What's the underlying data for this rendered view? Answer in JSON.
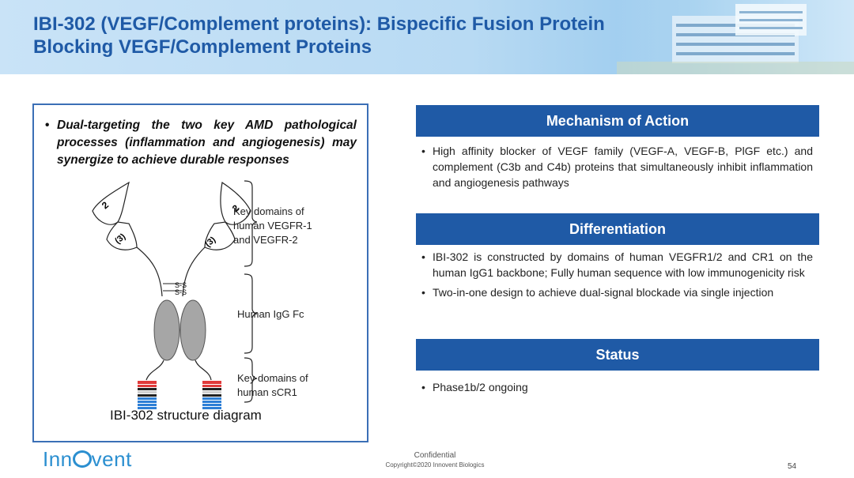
{
  "header": {
    "title_line1": "IBI-302 (VEGF/Complement proteins): Bispecific Fusion Protein",
    "title_line2": "Blocking VEGF/Complement Proteins"
  },
  "left_panel": {
    "bullet": "Dual-targeting the two key AMD pathological processes (inflammation and angiogenesis) may synergize to achieve durable responses",
    "diagram": {
      "domain_2_label": "2",
      "domain_3_label": "(3)",
      "disulfide_1": "S-S",
      "disulfide_2": "S-S",
      "label_vegfr": [
        "Key domains of",
        "human VEGFR-1",
        "and VEGFR-2"
      ],
      "label_fc": "Human IgG Fc",
      "label_scr1": [
        "Key domains of",
        "human sCR1"
      ]
    },
    "caption": "IBI-302 structure diagram"
  },
  "sections": [
    {
      "heading": "Mechanism of Action",
      "items": [
        "High affinity blocker of VEGF family (VEGF-A, VEGF-B, PlGF etc.) and complement (C3b and C4b) proteins that simultaneously inhibit inflammation and angiogenesis pathways"
      ]
    },
    {
      "heading": "Differentiation",
      "items": [
        "IBI-302 is constructed by domains of human VEGFR1/2 and CR1 on the human IgG1 backbone; Fully human sequence with low immunogenicity risk",
        "Two-in-one design to achieve dual-signal blockade via single injection"
      ]
    },
    {
      "heading": "Status",
      "items": [
        "Phase1b/2 ongoing"
      ]
    }
  ],
  "footer": {
    "logo_text_pre": "Inn",
    "logo_text_post": "vent",
    "confidential": "Confidential",
    "copyright": "Copyright©2020  Innovent Biologics",
    "page_number": "54"
  },
  "colors": {
    "brand_blue": "#1f5aa6",
    "logo_blue": "#2b8fd0",
    "fc_gray": "#a6a6a6",
    "scr1_red": "#e03a3a",
    "scr1_blue": "#2d7fd6"
  }
}
